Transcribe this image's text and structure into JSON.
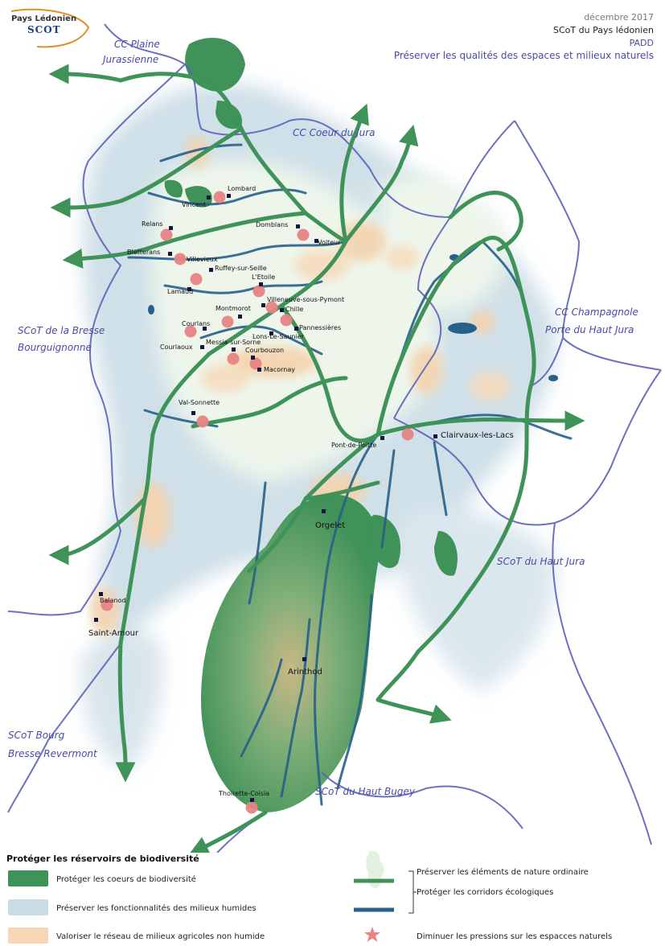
{
  "header": {
    "date": "décembre 2017",
    "title": "SCoT du Pays lédonien",
    "subtitle": "PADD",
    "theme": "Préserver les qualités des espaces et milieux naturels"
  },
  "logo": {
    "line1": "Pays Lédonien",
    "line2": "SCOT"
  },
  "neighbours": {
    "plaine_1": "CC Plaine",
    "plaine_2": "Jurassienne",
    "coeur": "CC Coeur du Jura",
    "bresse_1": "SCoT de la Bresse",
    "bresse_2": "Bourguignonne",
    "champ_1": "CC Champagnole",
    "champ_2": "Porte du Haut Jura",
    "hautjura": "SCoT du Haut Jura",
    "bourg_1": "SCoT Bourg",
    "bourg_2": "Bresse Revermont",
    "bugey": "SCoT du Haut Bugey"
  },
  "towns": {
    "lombard": "Lombard",
    "vincent": "Vincent",
    "relans": "Relans",
    "domblans": "Domblans",
    "voiteur": "Voiteur",
    "bletterans": "Bletterans",
    "villevieux": "Villevieux",
    "ruffey": "Ruffey-sur-Seille",
    "lamaud": "Lamaud",
    "etoile": "L'Etoile",
    "villeneuve": "Villeneuve-sous-Pymont",
    "montmorot": "Montmorot",
    "chille": "Chille",
    "courlans": "Courlans",
    "perrigny": "Pannessières",
    "lons": "Lons-Le-Saunier",
    "courlaoux": "Courlaoux",
    "messia": "Messia-sur-Sorne",
    "courbouzon": "Courbouzon",
    "macornay": "Macornay",
    "valsonnette": "Val-Sonnette",
    "pontpoitte": "Pont-de-Poitte",
    "clairvaux": "Clairvaux-les-Lacs",
    "orgelet": "Orgelet",
    "balanod": "Balanod",
    "saintamour": "Saint-Amour",
    "arinthod": "Arinthod",
    "thoirette": "Thoirette-Coisia"
  },
  "legend": {
    "title": "Protéger les réservoirs de biodiversité",
    "coeurs": "Protéger les coeurs de biodiversité",
    "humides": "Préserver les fonctionnalités des milieux humides",
    "agricoles": "Valoriser le réseau de milieux agricoles non humide",
    "ordinaire": "Préserver les éléments de nature ordinaire",
    "corridors": "Protéger les corridors écologiques",
    "pressions": "Diminuer les pressions sur les espacces naturels"
  },
  "colors": {
    "green": "#3f9258",
    "dark_green": "#2f7d4a",
    "water": "#27608a",
    "boundary": "#5c62b8",
    "wetland": "#c9dbe4",
    "agri": "#f6d6b4",
    "ordinary": "#e8f2e6",
    "pressure": "#e88484"
  }
}
